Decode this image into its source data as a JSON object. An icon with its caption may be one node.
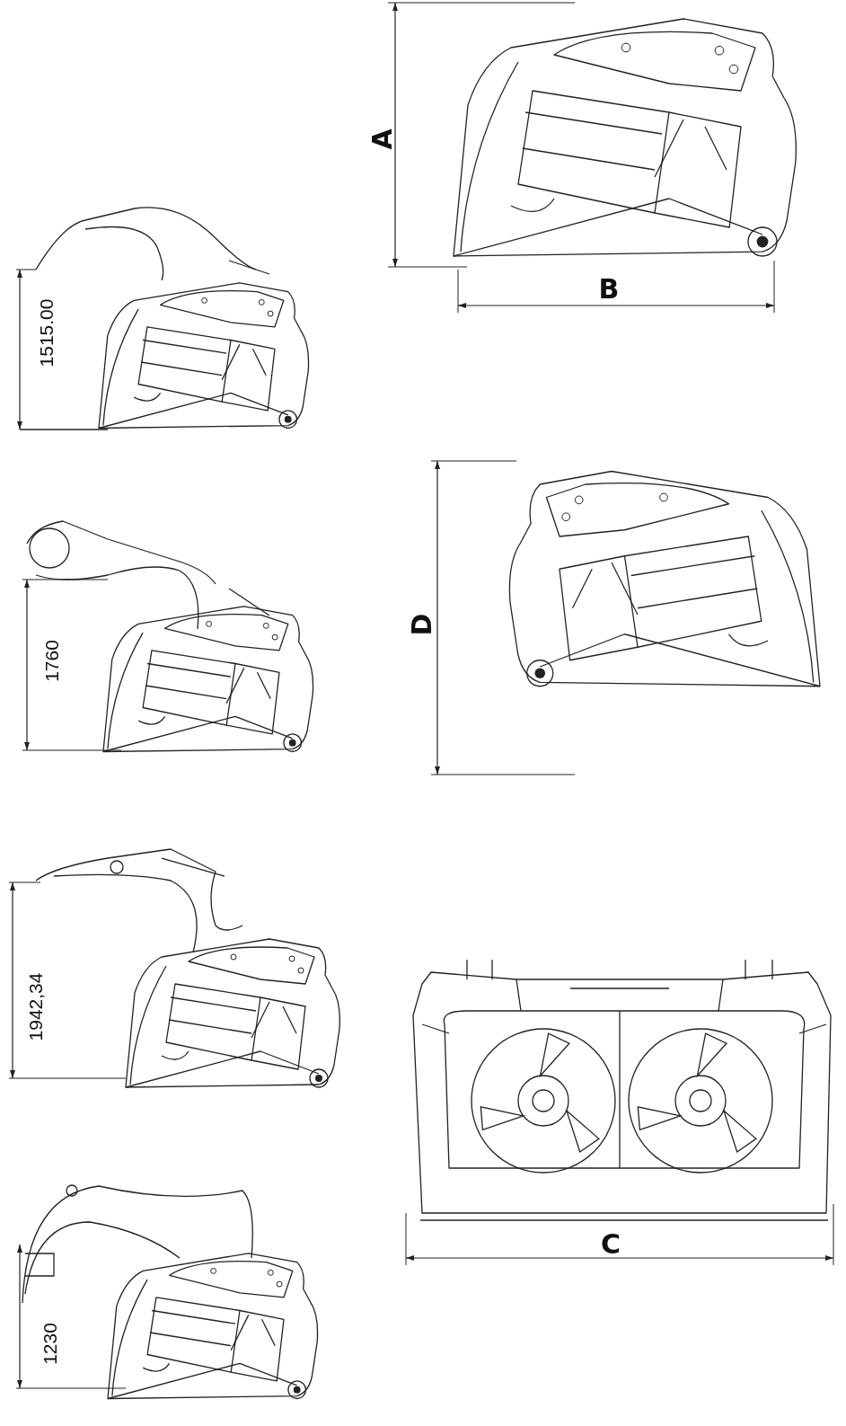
{
  "diagram": {
    "labels": [
      "A",
      "B",
      "1515.00",
      "D",
      "1760",
      "1942,34",
      "C",
      "1230"
    ]
  }
}
